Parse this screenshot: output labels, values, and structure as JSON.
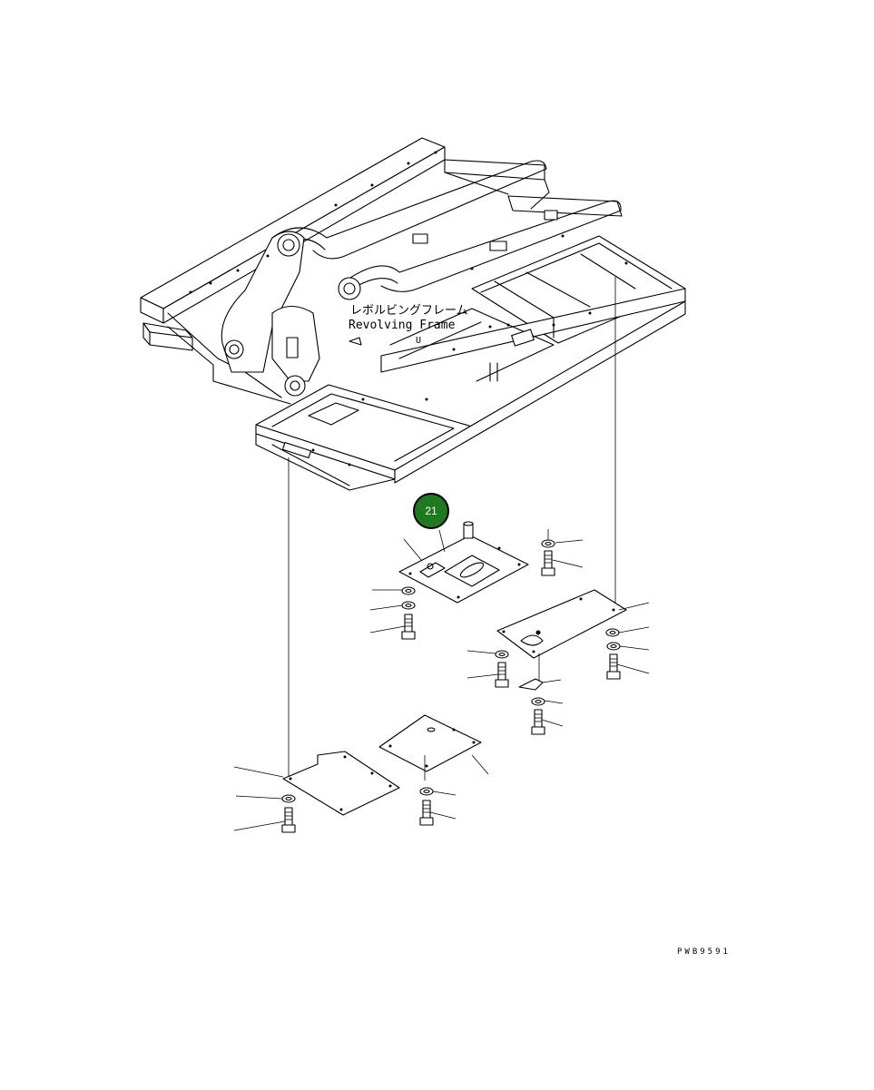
{
  "frame_label_jp": "レボルビングフレーム",
  "frame_label_en": "Revolving Frame",
  "frame_label_sub": "U",
  "callout": {
    "number": "21",
    "color": "#1f7a1f"
  },
  "drawing_code": "PWB9591"
}
